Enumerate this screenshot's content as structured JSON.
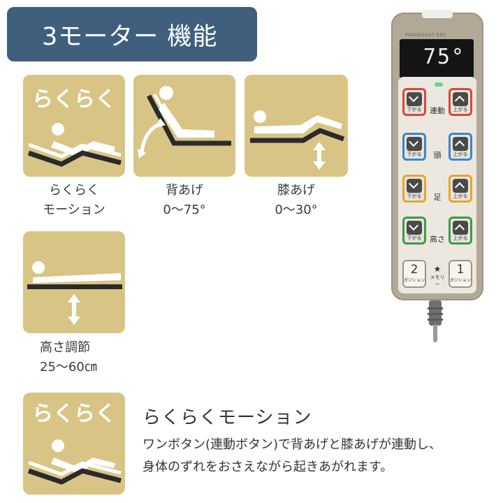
{
  "header": {
    "title": "3モーター 機能"
  },
  "tiles": {
    "rakuraku": {
      "badge": "らくらく",
      "caption_line1": "らくらく",
      "caption_line2": "モーション"
    },
    "back": {
      "caption_line1": "背あげ",
      "caption_line2": "0～75°"
    },
    "knee": {
      "caption_line1": "膝あげ",
      "caption_line2": "0～30°"
    },
    "height": {
      "caption_line1": "高さ調節",
      "caption_line2": "25～60㎝"
    }
  },
  "feature": {
    "badge": "らくらく",
    "title": "らくらくモーション",
    "description_line1": "ワンボタン(連動ボタン)で背あげと膝あげが連動し、",
    "description_line2": "身体のずれをおさえながら起きあがれます。"
  },
  "remote": {
    "brand": "PARAMOUNT BED",
    "display": "75°",
    "rows": [
      {
        "label": "連動",
        "down_label": "下がる",
        "up_label": "上がる",
        "color": "#d9463e"
      },
      {
        "label": "頭",
        "down_label": "下がる",
        "up_label": "上がる",
        "color": "#3c86c6"
      },
      {
        "label": "足",
        "down_label": "下がる",
        "up_label": "上がる",
        "color": "#e2a82a"
      },
      {
        "label": "高さ",
        "down_label": "下がる",
        "up_label": "上がる",
        "color": "#3d9a48"
      }
    ],
    "position_buttons": [
      {
        "number": "2",
        "sub": "ポジション"
      },
      {
        "number": "1",
        "sub": "ポジション"
      }
    ],
    "memory_label": "メモリー",
    "memory_icon": "star-icon"
  },
  "colors": {
    "banner": "#3f5f7c",
    "tile": "#d8c586",
    "remote_body": "#b2a896"
  }
}
